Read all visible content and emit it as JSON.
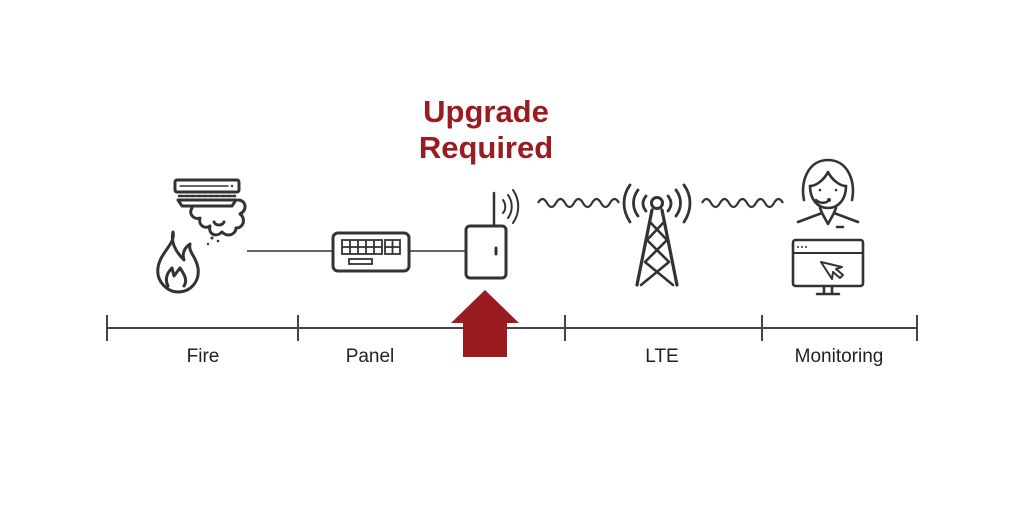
{
  "title": {
    "line1": "Upgrade",
    "line2": "Required"
  },
  "stages": [
    {
      "label": "Fire",
      "icon": "fire-smoke-detector-icon"
    },
    {
      "label": "Panel",
      "icon": "keypad-panel-icon"
    },
    {
      "label": "",
      "icon": "communicator-device-icon"
    },
    {
      "label": "LTE",
      "icon": "cell-tower-icon"
    },
    {
      "label": "Monitoring",
      "icon": "operator-monitor-icon"
    }
  ],
  "colors": {
    "accent": "#9a1b20",
    "stroke": "#333333",
    "text": "#222222"
  },
  "arrow": {
    "label": "upgrade-point",
    "direction": "up"
  }
}
